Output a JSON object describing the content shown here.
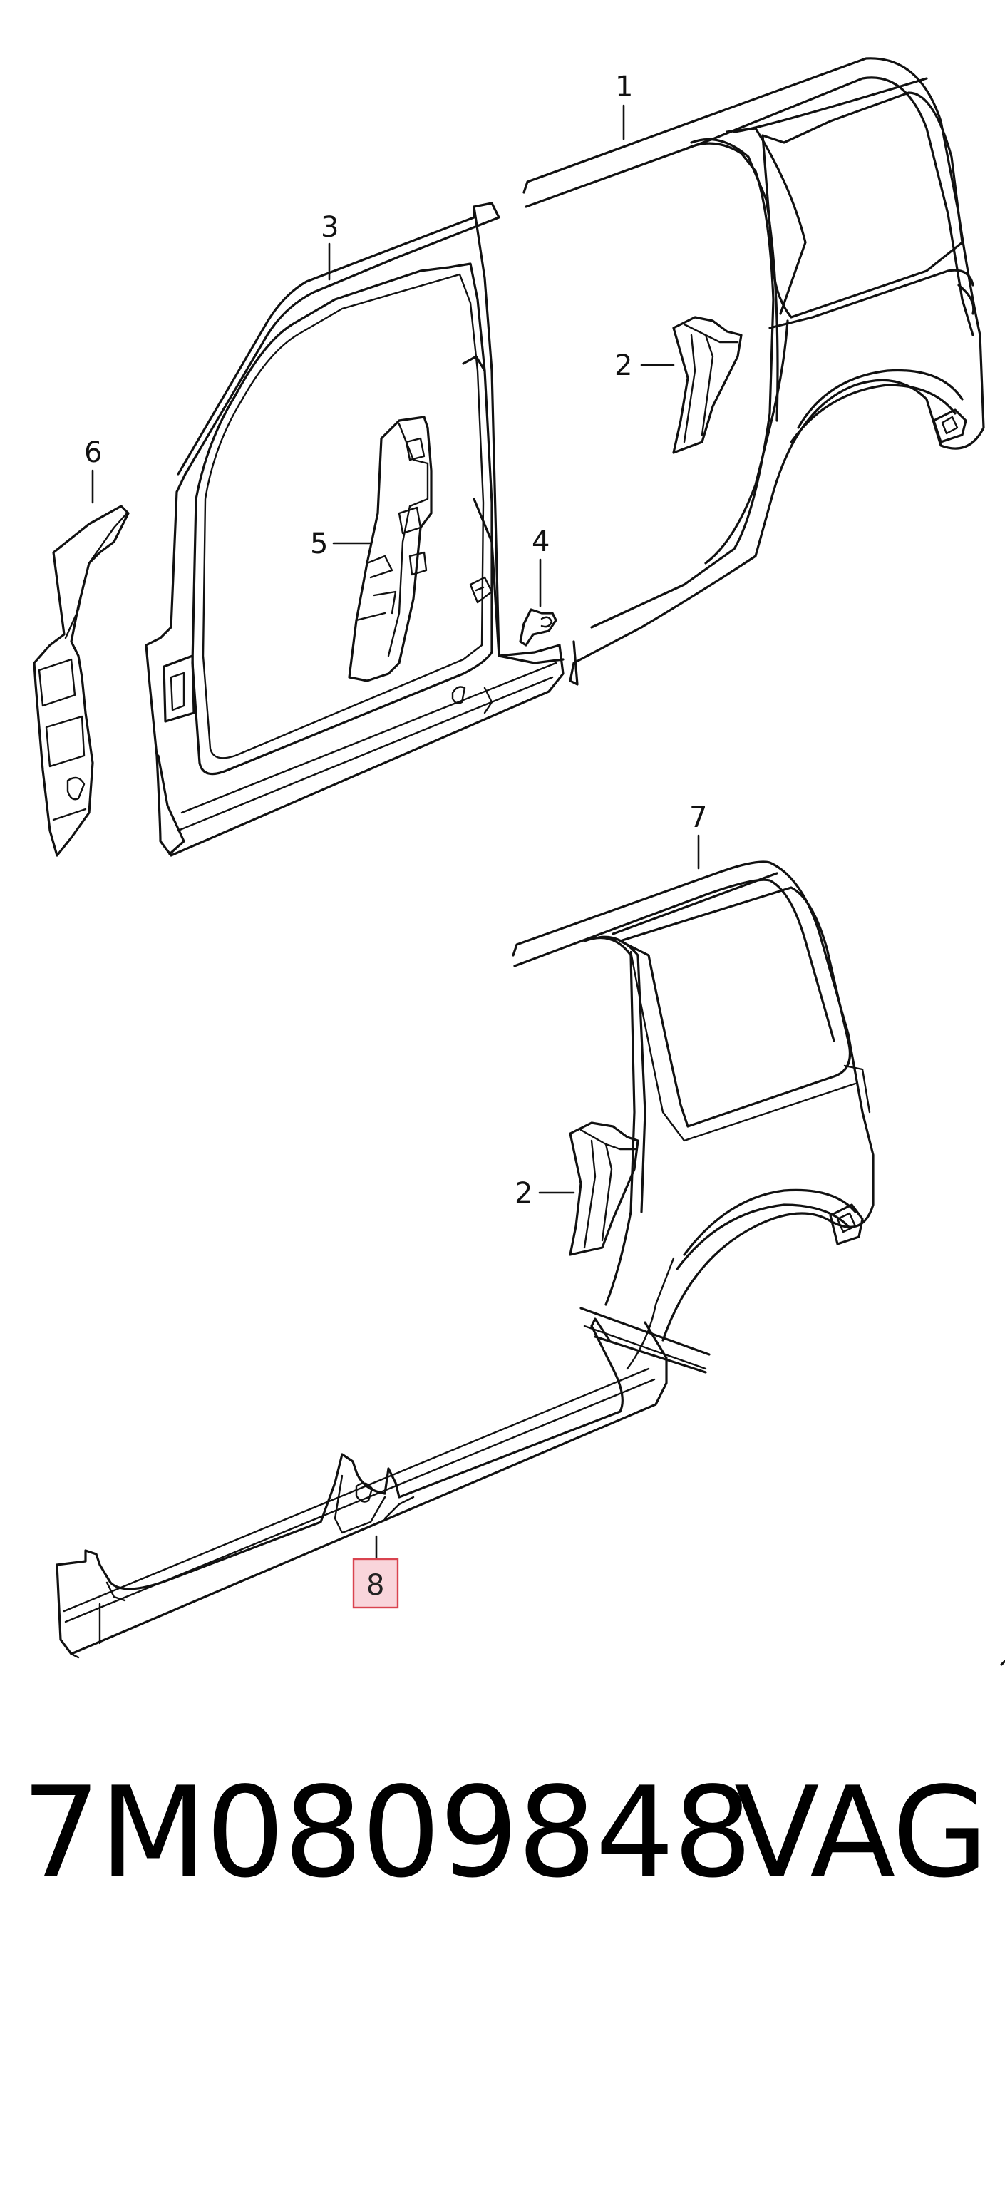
{
  "diagram": {
    "callouts": [
      "1",
      "2",
      "3",
      "4",
      "5",
      "6",
      "7",
      "2",
      "8"
    ],
    "highlighted_callout": "8",
    "highlight_color": "#f9d5db",
    "highlight_border": "#d9434f"
  },
  "footer": {
    "part_number": "7M0809848",
    "brand": "VAG"
  }
}
